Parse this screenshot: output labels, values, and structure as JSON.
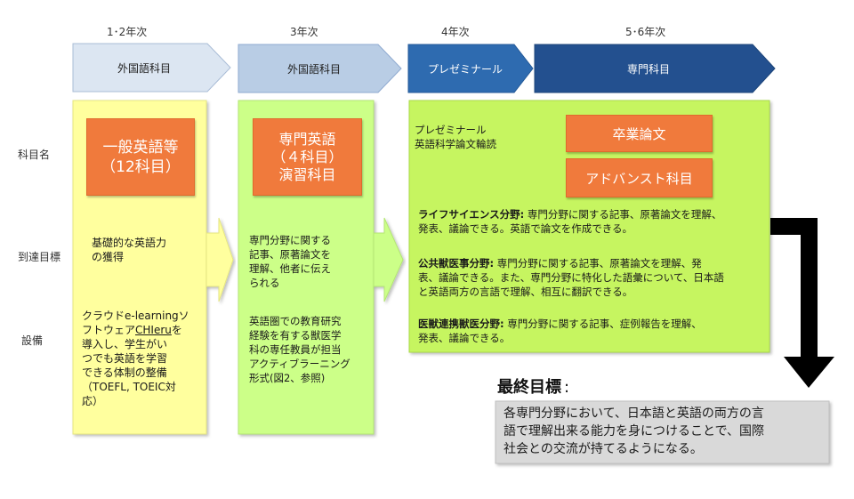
{
  "years": [
    "1･2年次",
    "3年次",
    "4年次",
    "5･6年次"
  ],
  "stages": [
    "外国語科目",
    "外国語科目",
    "プレゼミナール",
    "専門科目"
  ],
  "row_labels": [
    "科目名",
    "到達目標",
    "設備"
  ],
  "col1": {
    "subject": "一般英語等\n（12科目）",
    "goal": "基礎的な英語力\nの獲得",
    "facility_pre": "クラウドe-learningソ\nフトウェア",
    "facility_link": "CHIeru",
    "facility_post": "を\n導入し、学生がい\nつでも英語を学習\nできる体制の整備\n（TOEFL, TOEIC対\n応）"
  },
  "col2": {
    "subject": "専門英語\n（４科目）\n演習科目",
    "goal": "専門分野に関する\n記事、原著論文を\n理解、他者に伝え\nられる",
    "facility": "英語圏での教育研究\n経験を有する獣医学\n科の専任教員が担当\nアクティブラーニング\n形式(図2、参照)"
  },
  "col3": {
    "presemi": "プレゼミナール\n英語科学論文輪読",
    "thesis": "卒業論文",
    "advanced": "アドバンスト科目",
    "fields": [
      {
        "name": "ライフサイエンス分野:",
        "text": " 専門分野に関する記事、原著論文を理解、\n発表、議論できる。英語で論文を作成できる。"
      },
      {
        "name": "公共獣医事分野:",
        "text": " 専門分野に関する記事、原著論文を理解、発\n表、議論できる。また、専門分野に特化した語彙について、日本語\nと英語両方の言語で理解、相互に翻訳できる。"
      },
      {
        "name": "医獣連携獣医分野:",
        "text": " 専門分野に関する記事、症例報告を理解、\n発表、議論できる。"
      }
    ]
  },
  "final": {
    "title": "最終目標",
    "colon": ":",
    "text": "各専門分野において、日本語と英語の両方の言\n語で理解出来る能力を身につけることで、国際\n社会との交流が持てるようになる。"
  },
  "colors": {
    "chevron_light": "#dce6f2",
    "chevron_mid": "#b9cde5",
    "chevron_blue": "#2e6bb0",
    "chevron_dark": "#23508f",
    "yellow_panel": "#ffff9e",
    "green_panel": "#ccff88",
    "lime_panel": "#c6f560",
    "orange": "#f07a3c",
    "final_box": "#d9d9d9"
  }
}
